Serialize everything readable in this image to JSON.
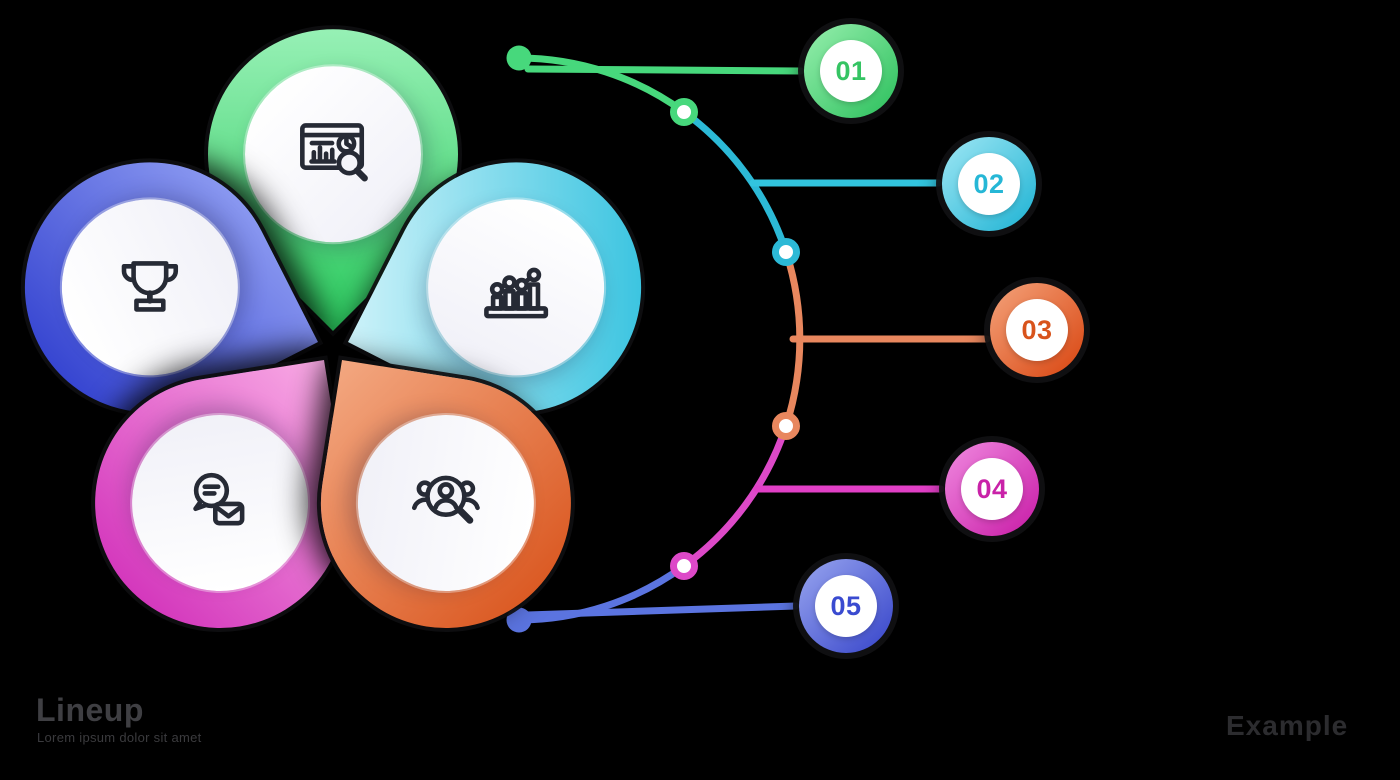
{
  "canvas": {
    "background": "#000000"
  },
  "flower": {
    "petals": [
      {
        "position": "top",
        "id": "analytics",
        "icon": "presentation-analytics-icon",
        "color_light": "#a9f7c4",
        "color_main": "#2bc95e"
      },
      {
        "position": "left",
        "id": "achievement",
        "icon": "trophy-icon",
        "color_light": "#94a2f4",
        "color_main": "#2c3bcd"
      },
      {
        "position": "right",
        "id": "growth",
        "icon": "growth-chart-icon",
        "color_light": "#cdf2f9",
        "color_main": "#27bedd"
      },
      {
        "position": "bottom-left",
        "id": "communication",
        "icon": "chat-message-icon",
        "color_light": "#f9abe5",
        "color_main": "#ce25b6"
      },
      {
        "position": "bottom-right",
        "id": "audience",
        "icon": "people-search-icon",
        "color_light": "#f3a780",
        "color_main": "#d74e15"
      }
    ]
  },
  "steps": [
    {
      "label": "01",
      "color": "#2abf5b"
    },
    {
      "label": "02",
      "color": "#1cb2d3"
    },
    {
      "label": "03",
      "color": "#d8440f"
    },
    {
      "label": "04",
      "color": "#c719a5"
    },
    {
      "label": "05",
      "color": "#3543c9"
    }
  ],
  "connector": {
    "shape": "right-semicircle",
    "segment_colors": [
      "#47d87c",
      "#2cb9d6",
      "#e8875e",
      "#dd49c8",
      "#5b74e0"
    ]
  },
  "footer": {
    "title": "Lineup",
    "subtitle": "Lorem ipsum dolor sit amet",
    "watermark": "Example"
  }
}
